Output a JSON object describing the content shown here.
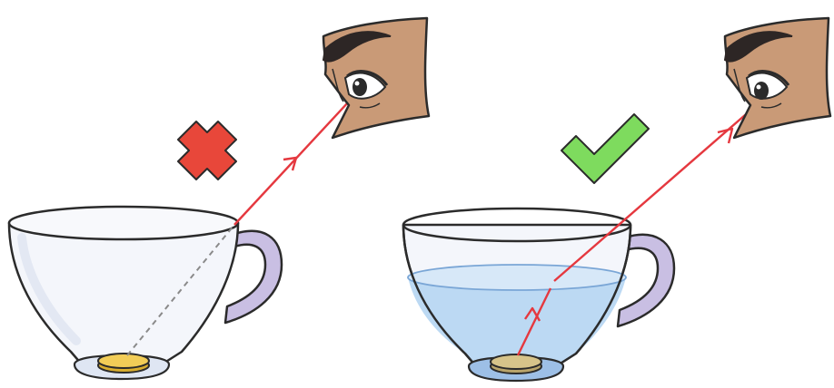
{
  "panels": [
    {
      "id": "left",
      "verdict": "incorrect",
      "verdict_icon": "cross-icon",
      "cup_contents": "empty",
      "colors": {
        "mark": "#e8473a",
        "ray": "#e5383f",
        "coin": "#f2cd57",
        "cup_base": "#dfe6f3"
      }
    },
    {
      "id": "right",
      "verdict": "correct",
      "verdict_icon": "checkmark-icon",
      "cup_contents": "water",
      "colors": {
        "mark": "#7edb5e",
        "ray": "#e5383f",
        "coin": "#d7c48a",
        "water": "#bcd9f3",
        "cup_base": "#9dbfe6"
      }
    }
  ],
  "palette": {
    "skin": "#c99a77",
    "brow": "#2d2625",
    "outline": "#2b2b2b",
    "handle": "#c9bfe3",
    "dashed_line": "#8a8a8a"
  }
}
